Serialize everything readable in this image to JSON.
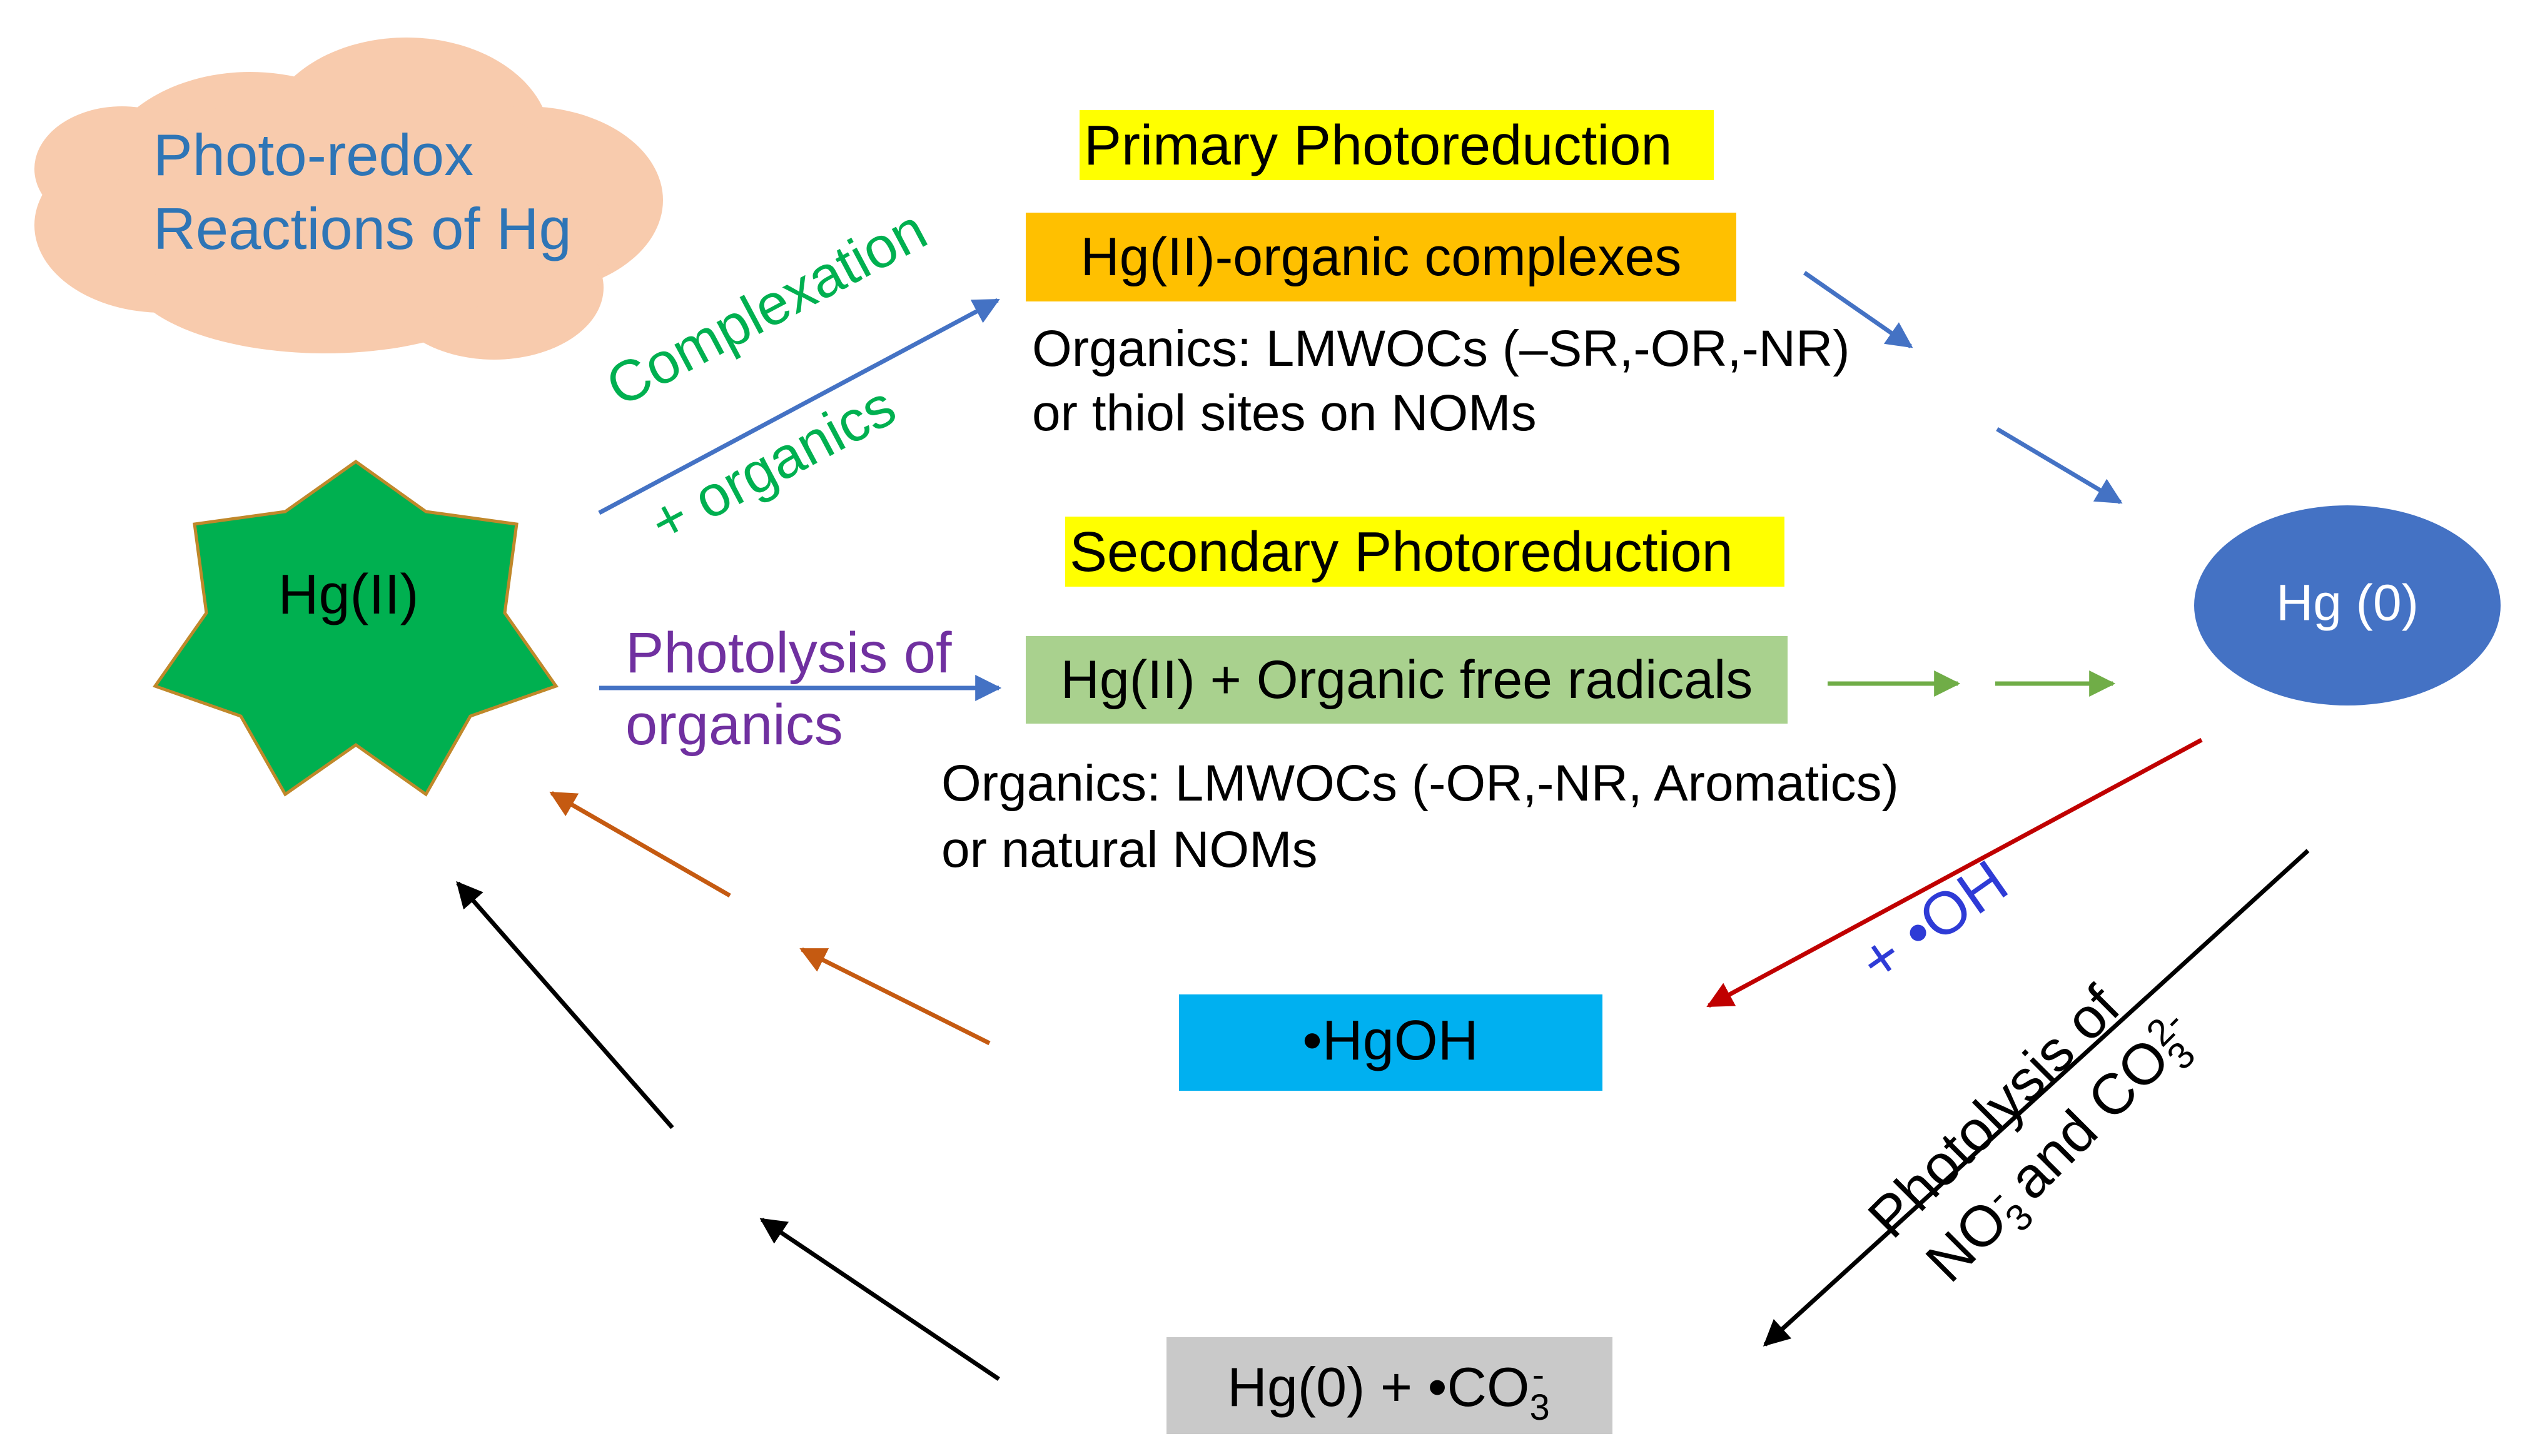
{
  "colors": {
    "cloud": "#F8CBAD",
    "cloud_text": "#2E75B6",
    "star_fill": "#00B050",
    "star_stroke": "#C0882A",
    "primary_box": "#FFC000",
    "secondary_box": "#A9D18E",
    "highlight": "#FFFF00",
    "hgoh_box": "#00B0F0",
    "co3_box": "#C9C9C9",
    "hg0_ellipse": "#4472C4",
    "green_text": "#00B050",
    "purple_text": "#7030A0",
    "blue_text": "#2E3BD6",
    "blue_arrow": "#4472C4",
    "green_arrow": "#70AD47",
    "red_arrow": "#C00000",
    "orange_arrow": "#C55A11",
    "black_arrow": "#000000"
  },
  "cloud": {
    "line1": "Photo-redox",
    "line2": "Reactions of Hg"
  },
  "hg2": {
    "label": "Hg(II)"
  },
  "hg0": {
    "label": "Hg (0)"
  },
  "primary": {
    "title": "Primary Photoreduction",
    "box": "Hg(II)-organic complexes",
    "desc1": "Organics: LMWOCs (–SR,-OR,-NR)",
    "desc2": "or thiol sites on NOMs"
  },
  "secondary": {
    "title": "Secondary Photoreduction",
    "box": "Hg(II) + Organic free radicals",
    "desc1": "Organics: LMWOCs (-OR,-NR, Aromatics)",
    "desc2": "or natural NOMs"
  },
  "complexation": {
    "line1": "Complexation",
    "line2": "+ organics"
  },
  "photolysis_organics": {
    "line1": "Photolysis of",
    "line2": "organics"
  },
  "hgoh": {
    "label": "•HgOH"
  },
  "oh": {
    "label": "+ •OH"
  },
  "photolysis_no3": {
    "line1": "Photolysis of",
    "line2_no": "NO",
    "line2_sub3a": "3",
    "line2_supminus": "-",
    "line2_and": " and CO",
    "line2_sub3b": "3",
    "line2_sup2minus": "2-"
  },
  "co3": {
    "base": "Hg(0) + •CO",
    "sub": "3",
    "sup": "-"
  }
}
